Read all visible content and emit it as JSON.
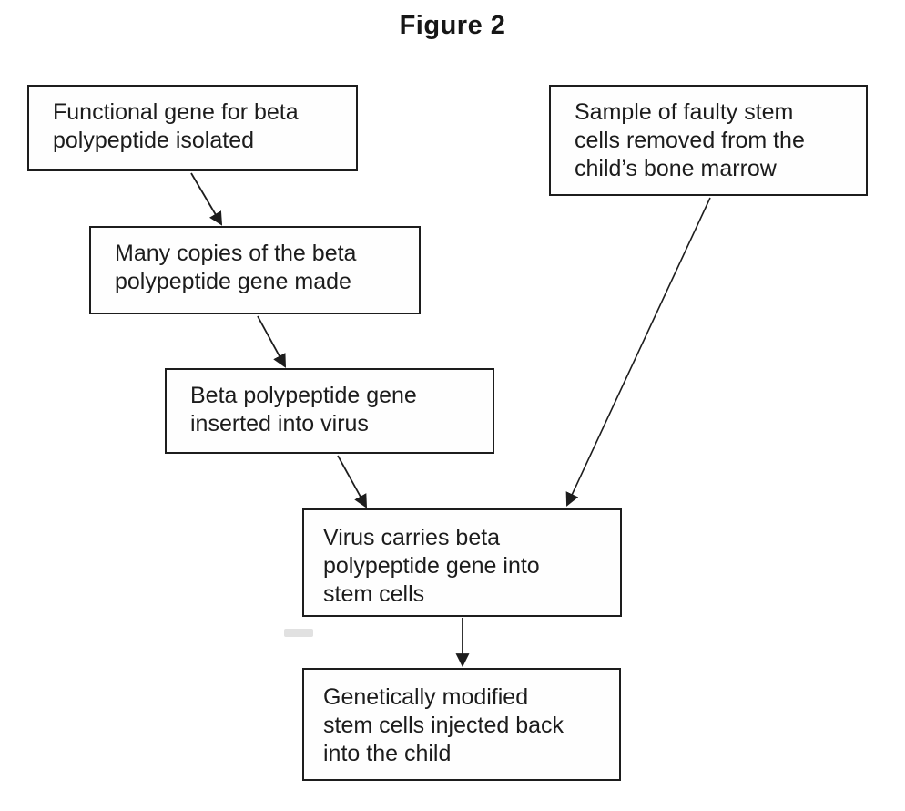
{
  "figure": {
    "title": "Figure 2"
  },
  "flowchart": {
    "nodes": [
      {
        "id": "functional-gene",
        "label": "Functional gene for beta\npolypeptide isolated"
      },
      {
        "id": "faulty-sample",
        "label": "Sample of faulty stem\ncells removed from the\nchild’s bone marrow"
      },
      {
        "id": "many-copies",
        "label": "Many copies of the beta\npolypeptide gene made"
      },
      {
        "id": "gene-inserted",
        "label": "Beta polypeptide gene\ninserted into virus"
      },
      {
        "id": "virus-carries",
        "label": "Virus carries beta\npolypeptide gene into\nstem cells"
      },
      {
        "id": "injected-back",
        "label": "Genetically modified\nstem cells injected back\ninto the child"
      }
    ],
    "edges": [
      {
        "from": "functional-gene",
        "to": "many-copies"
      },
      {
        "from": "many-copies",
        "to": "gene-inserted"
      },
      {
        "from": "gene-inserted",
        "to": "virus-carries"
      },
      {
        "from": "faulty-sample",
        "to": "virus-carries"
      },
      {
        "from": "virus-carries",
        "to": "injected-back"
      }
    ]
  },
  "colors": {
    "background": "#ffffff",
    "box_border": "#1d1d1d",
    "text": "#1c1c1c",
    "arrow": "#1d1d1d"
  }
}
